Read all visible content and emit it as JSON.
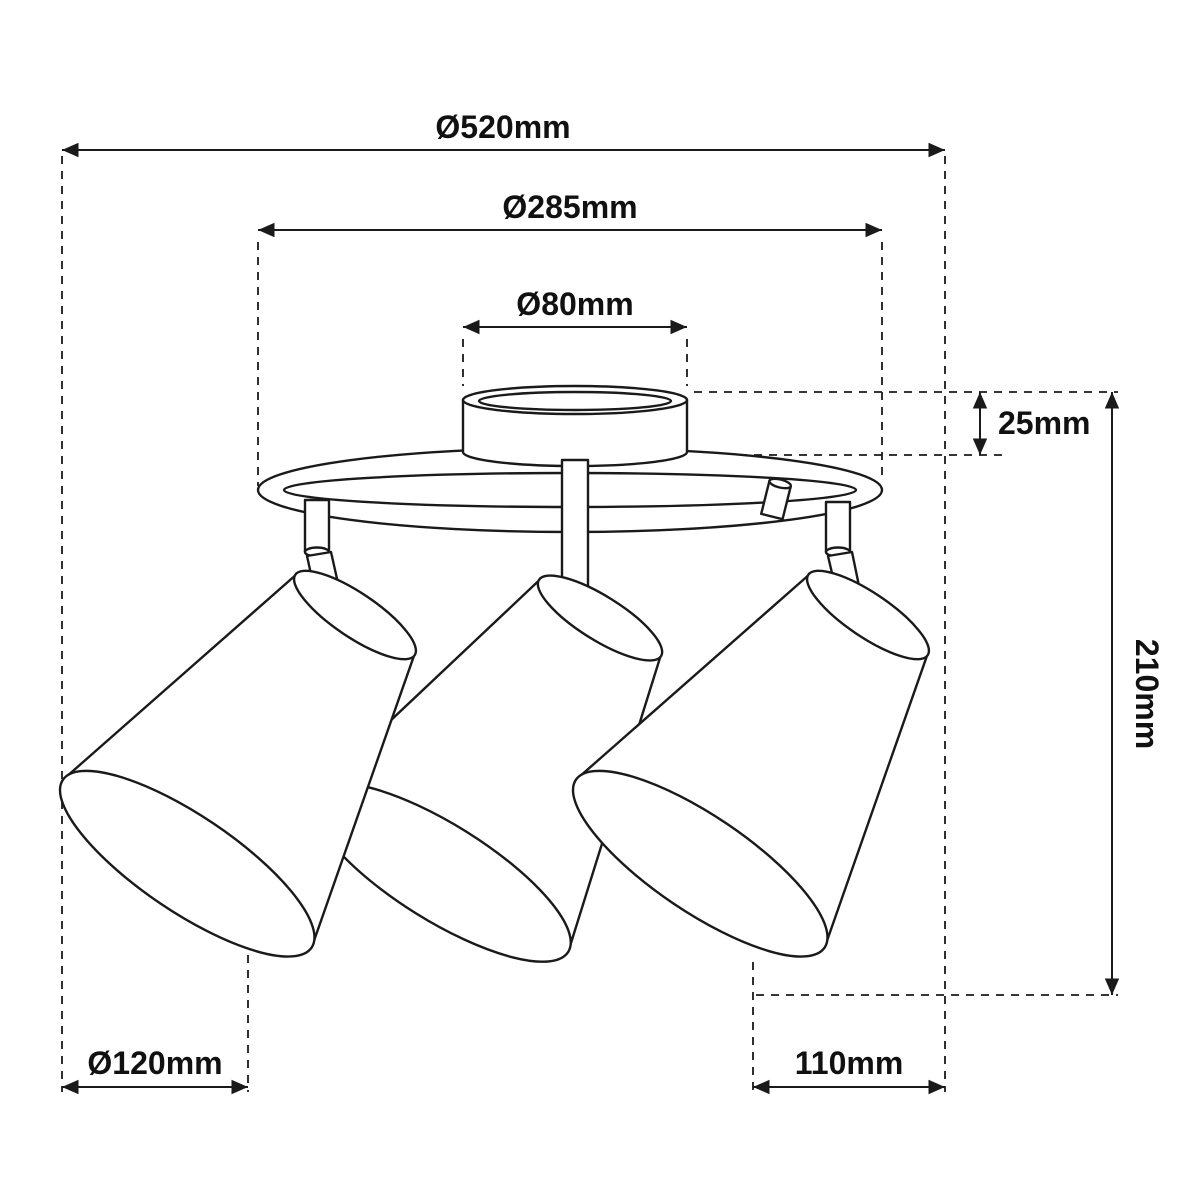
{
  "diagram": {
    "labels": {
      "overall_diameter": "Ø520mm",
      "spot_circle_diameter": "Ø285mm",
      "canopy_diameter": "Ø80mm",
      "canopy_height": "25mm",
      "fixture_height": "210mm",
      "shade_diameter": "Ø120mm",
      "shade_length": "110mm"
    },
    "colors": {
      "line": "#1a1a1a",
      "background": "#ffffff"
    }
  }
}
